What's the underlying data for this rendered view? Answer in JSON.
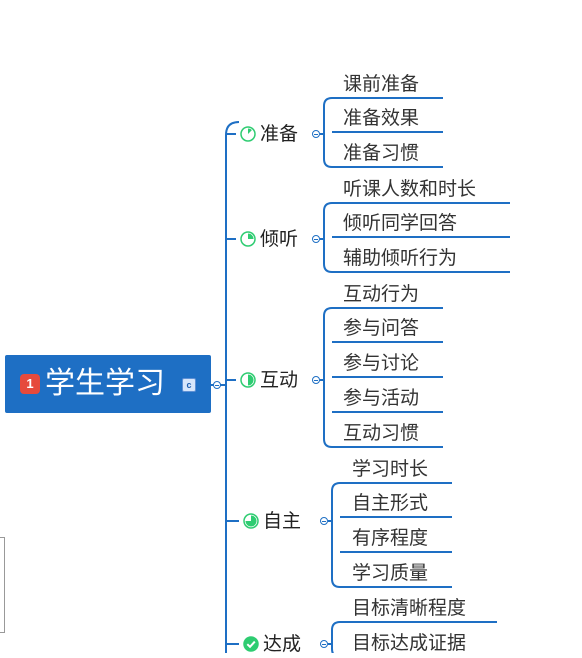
{
  "root": {
    "badge": "1",
    "title": "学生学习",
    "note": "c"
  },
  "colors": {
    "line": "#1e6fc4",
    "root_bg": "#1e6fc4",
    "progress": "#2ecc71",
    "badge": "#e64a3c"
  },
  "branches": [
    {
      "label": "准备",
      "icon": "progress-icon",
      "progress": 0.125,
      "children": [
        "课前准备",
        "准备效果",
        "准备习惯"
      ]
    },
    {
      "label": "倾听",
      "icon": "progress-icon",
      "progress": 0.25,
      "children": [
        "听课人数和时长",
        "倾听同学回答",
        "辅助倾听行为"
      ]
    },
    {
      "label": "互动",
      "icon": "progress-icon",
      "progress": 0.5,
      "children": [
        "互动行为",
        "参与问答",
        "参与讨论",
        "参与活动",
        "互动习惯"
      ]
    },
    {
      "label": "自主",
      "icon": "progress-icon",
      "progress": 0.75,
      "children": [
        "学习时长",
        "自主形式",
        "有序程度",
        "学习质量"
      ]
    },
    {
      "label": "达成",
      "icon": "check-icon",
      "progress": 1,
      "children": [
        "目标清晰程度",
        "目标达成证据"
      ]
    }
  ]
}
